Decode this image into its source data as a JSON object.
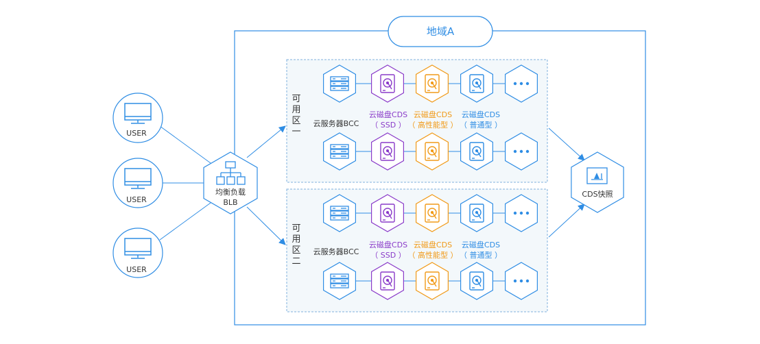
{
  "region": {
    "title": "地域A"
  },
  "users": [
    {
      "label": "USER"
    },
    {
      "label": "USER"
    },
    {
      "label": "USER"
    }
  ],
  "blb": {
    "name": "均衡负载",
    "code": "BLB"
  },
  "snapshot": {
    "label": "CDS快照"
  },
  "zones": [
    {
      "label": [
        "可",
        "用",
        "区",
        "一"
      ],
      "bcc_label": "云服务器BCC",
      "disks": [
        {
          "name": "云磁盘CDS",
          "type": "（ SSD ）",
          "color": "#8a3bc9"
        },
        {
          "name": "云磁盘CDS",
          "type": "（ 高性能型 ）",
          "color": "#f19a18"
        },
        {
          "name": "云磁盘CDS",
          "type": "（ 普通型 ）",
          "color": "#2f8de4"
        }
      ]
    },
    {
      "label": [
        "可",
        "用",
        "区",
        "二"
      ],
      "bcc_label": "云服务器BCC",
      "disks": [
        {
          "name": "云磁盘CDS",
          "type": "（ SSD ）",
          "color": "#8a3bc9"
        },
        {
          "name": "云磁盘CDS",
          "type": "（ 高性能型 ）",
          "color": "#f19a18"
        },
        {
          "name": "云磁盘CDS",
          "type": "（ 普通型 ）",
          "color": "#2f8de4"
        }
      ]
    }
  ],
  "more_icon": "…",
  "colors": {
    "blue": "#2f8de4",
    "purple": "#8a3bc9",
    "orange": "#f19a18",
    "zone_bg": "#f3f8fb",
    "zone_border": "#7fb0dd"
  }
}
